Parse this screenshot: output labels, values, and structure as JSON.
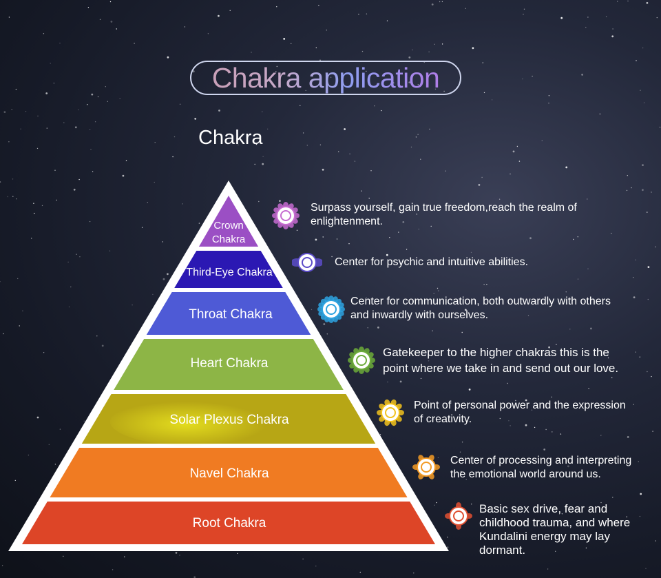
{
  "title": "Chakra application",
  "subheading": "Chakra",
  "layers": [
    {
      "label_line1": "Crown",
      "label_line2": "Chakra",
      "color": "#9b4fc4"
    },
    {
      "label": "Third-Eye Chakra",
      "color": "#2b18b3"
    },
    {
      "label": "Throat Chakra",
      "color": "#4e5ad6"
    },
    {
      "label": "Heart Chakra",
      "color": "#8db546"
    },
    {
      "label": "Solar Plexus Chakra",
      "color": "#b7a615"
    },
    {
      "label": "Navel Chakra",
      "color": "#f07b22"
    },
    {
      "label": "Root Chakra",
      "color": "#dd4527"
    }
  ],
  "descriptions": [
    {
      "icon": "crown-chakra-icon",
      "color": "#c56bd0",
      "line1": "Surpass yourself, gain true freedom,reach the realm of",
      "line2": "enlightenment."
    },
    {
      "icon": "third-eye-chakra-icon",
      "color": "#5c4cc9",
      "line1": "Center for psychic and intuitive abilities.",
      "line2": ""
    },
    {
      "icon": "throat-chakra-icon",
      "color": "#2ea3e0",
      "line1": "Center for communication, both outwardly with others",
      "line2": "and inwardly with ourselves."
    },
    {
      "icon": "heart-chakra-icon",
      "color": "#6cab3a",
      "line1": "Gatekeeper to the higher chakras this is the",
      "line2": "point where we take in and send out our love."
    },
    {
      "icon": "solar-plexus-chakra-icon",
      "color": "#f2c21d",
      "line1": "Point of personal power and the expression",
      "line2": "of creativity."
    },
    {
      "icon": "navel-chakra-icon",
      "color": "#f39a25",
      "line1": "Center of processing and interpreting",
      "line2": "the emotional world around us."
    },
    {
      "icon": "root-chakra-icon",
      "color": "#e05032",
      "line1": "Basic sex drive, fear and",
      "line2": "childhood trauma, and where",
      "line3": "Kundalini energy may lay",
      "line4": "dormant."
    }
  ]
}
